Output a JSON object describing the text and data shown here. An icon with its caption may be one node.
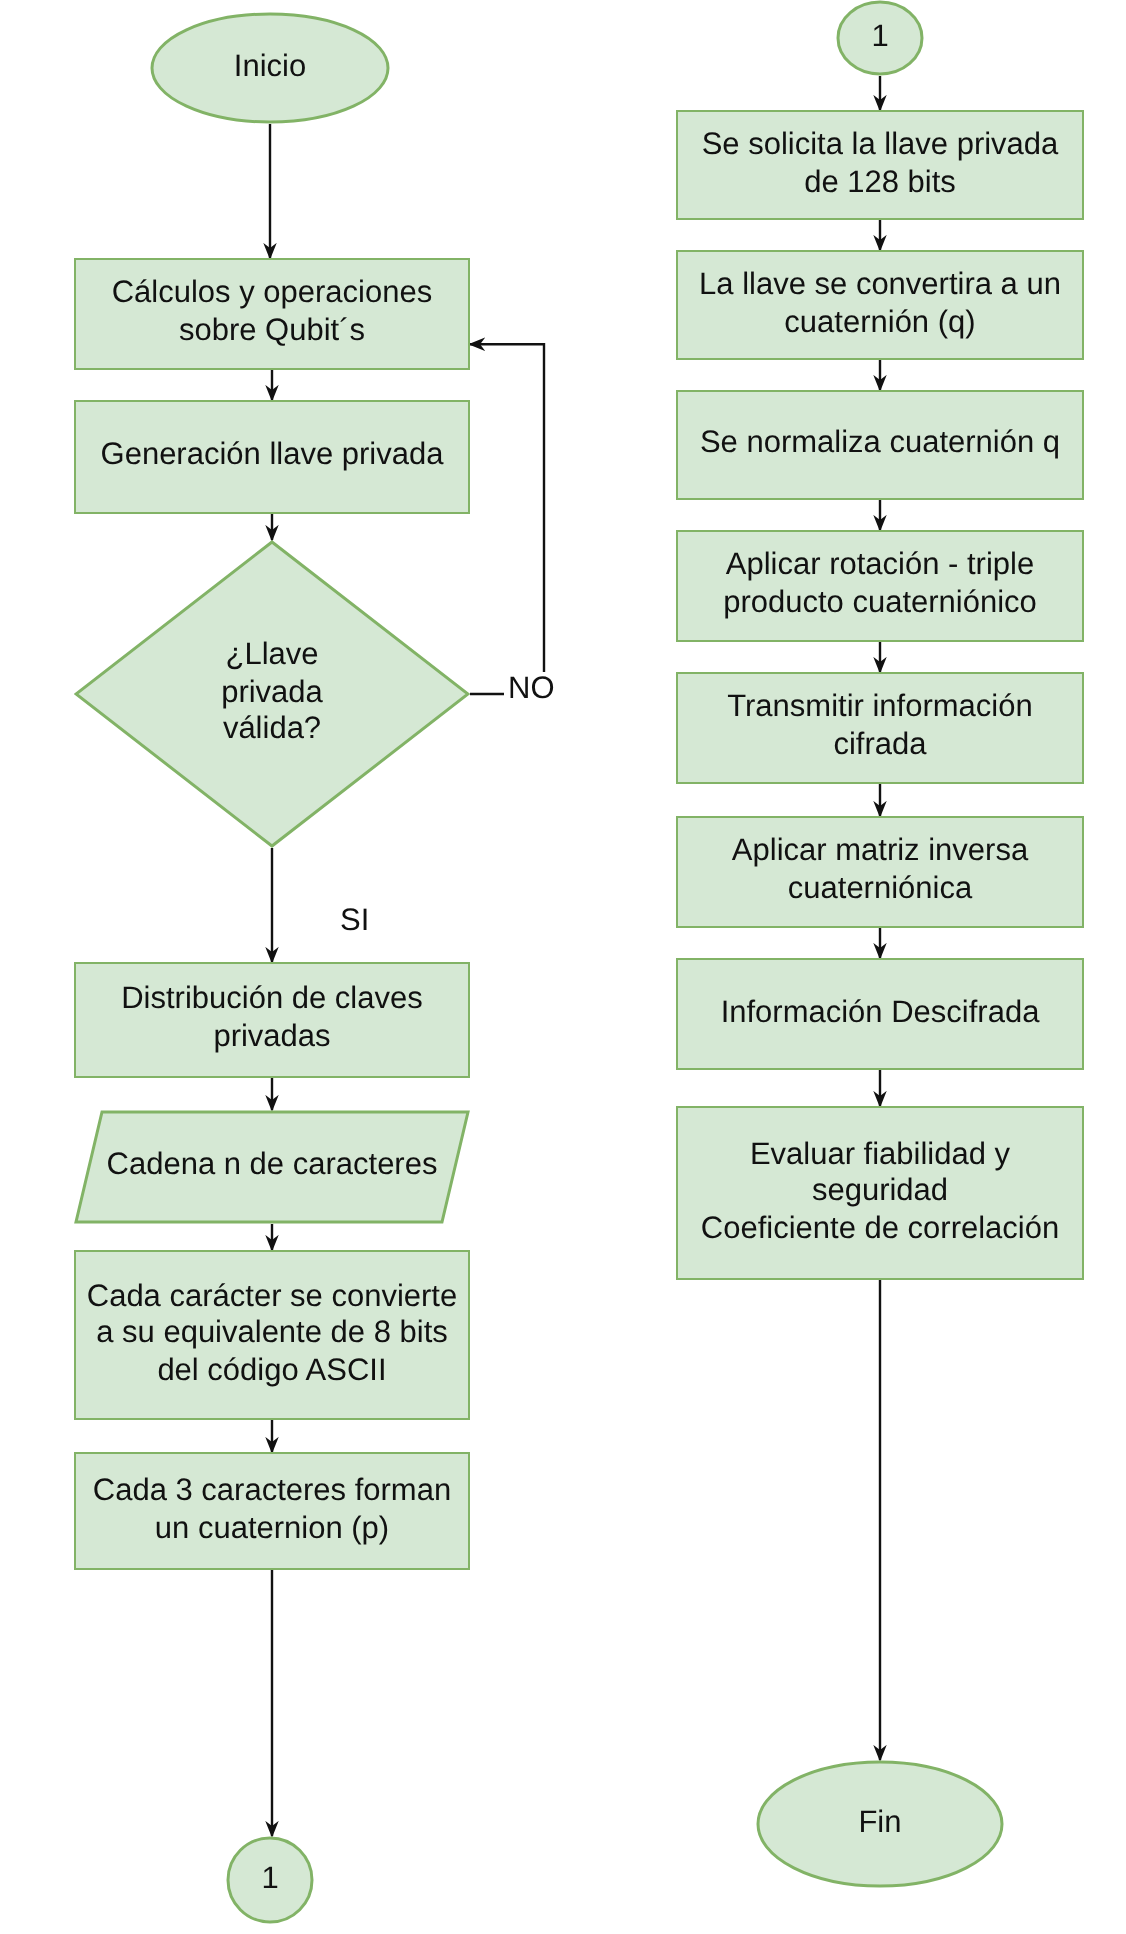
{
  "diagram": {
    "nodes": [
      {
        "text": [
          "Inicio"
        ]
      },
      {
        "text": [
          "Cálculos y operaciones sobre Qubit´s"
        ]
      },
      {
        "text": [
          "Generación llave privada"
        ]
      },
      {
        "text": [
          "¿Llave privada válida?"
        ]
      },
      {
        "text": [
          "Distribución de claves privadas"
        ]
      },
      {
        "text": [
          "Cadena n de caracteres"
        ]
      },
      {
        "text": [
          "Cada carácter se convierte a su equivalente de 8 bits del código ASCII"
        ]
      },
      {
        "text": [
          "Cada 3 caracteres forman un cuaternion (p)"
        ]
      },
      {
        "text": [
          "1"
        ]
      },
      {
        "text": [
          "1"
        ]
      },
      {
        "text": [
          "Se solicita la llave privada de 128 bits"
        ]
      },
      {
        "text": [
          "La llave se convertira a un cuaternión (q)"
        ]
      },
      {
        "text": [
          "Se normaliza cuaternión q"
        ]
      },
      {
        "text": [
          "Aplicar rotación - triple producto cuaterniónico"
        ]
      },
      {
        "text": [
          "Transmitir información cifrada"
        ]
      },
      {
        "text": [
          "Aplicar matriz inversa cuaterniónica"
        ]
      },
      {
        "text": [
          "Información Descifrada"
        ]
      },
      {
        "text": [
          "Evaluar fiabilidad y seguridad",
          "Coeficiente de correlación"
        ]
      },
      {
        "text": [
          "Fin"
        ]
      }
    ],
    "edges": [
      {
        "from": 0,
        "to": 1,
        "arrow": "to"
      },
      {
        "from": 1,
        "to": 2,
        "arrow": "to"
      },
      {
        "from": 2,
        "to": 3,
        "arrow": "to"
      },
      {
        "from": 3,
        "to": 1,
        "arrow": "to",
        "label": "NO"
      },
      {
        "from": 3,
        "to": 4,
        "arrow": "to",
        "label": "SI"
      },
      {
        "from": 4,
        "to": 5,
        "arrow": "to"
      },
      {
        "from": 5,
        "to": 6,
        "arrow": "to"
      },
      {
        "from": 6,
        "to": 7,
        "arrow": "to"
      },
      {
        "from": 7,
        "to": 8,
        "arrow": "to"
      },
      {
        "from": 9,
        "to": 10,
        "arrow": "to"
      },
      {
        "from": 10,
        "to": 11,
        "arrow": "to"
      },
      {
        "from": 11,
        "to": 12,
        "arrow": "to"
      },
      {
        "from": 12,
        "to": 13,
        "arrow": "to"
      },
      {
        "from": 13,
        "to": 14,
        "arrow": "to"
      },
      {
        "from": 14,
        "to": 15,
        "arrow": "to"
      },
      {
        "from": 15,
        "to": 16,
        "arrow": "to"
      },
      {
        "from": 16,
        "to": 17,
        "arrow": "to"
      },
      {
        "from": 17,
        "to": 18,
        "arrow": "to"
      }
    ]
  }
}
